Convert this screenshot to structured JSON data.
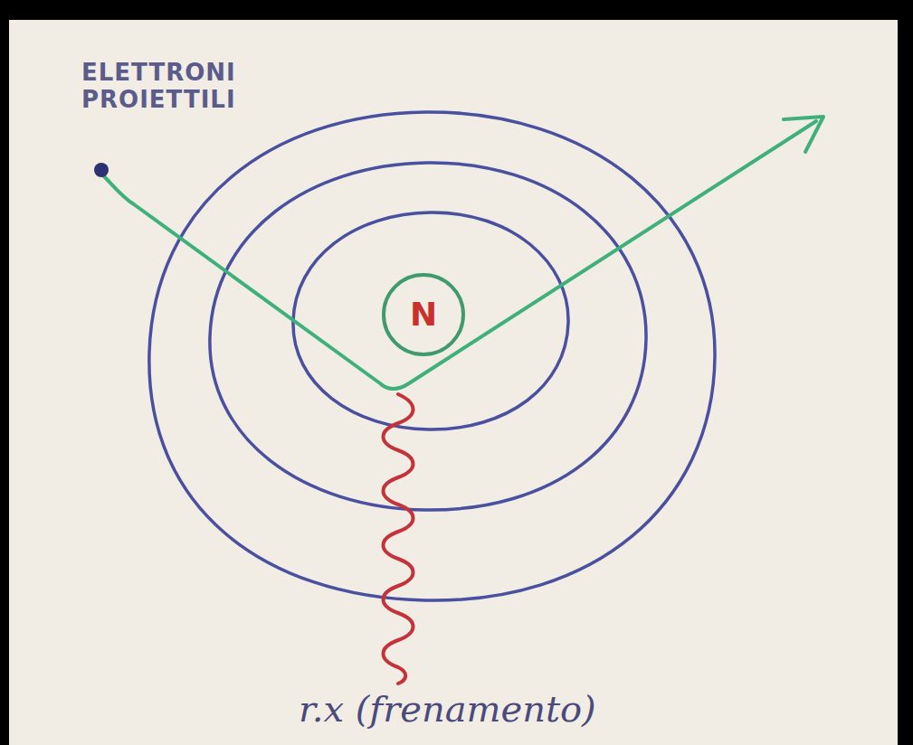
{
  "diagram": {
    "nodes": [
      {
        "text": [
          "N"
        ]
      }
    ],
    "labels": [
      "ELETTRONI PROIETTILI",
      "r.x (frenamento)"
    ]
  }
}
